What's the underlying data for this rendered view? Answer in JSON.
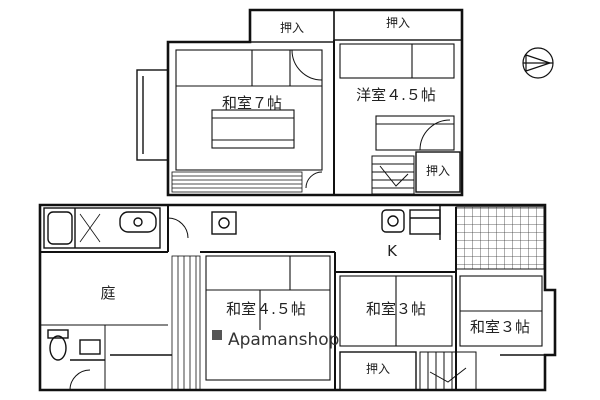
{
  "plan": {
    "upper_floor": {
      "rooms": {
        "washitsu_7": "和室７帖",
        "youshitsu_45": "洋室４.５帖"
      },
      "closets": {
        "top_left": "押入",
        "top_right": "押入",
        "right": "押入"
      }
    },
    "lower_floor": {
      "rooms": {
        "kitchen": "K",
        "garden": "庭",
        "washitsu_45": "和室４.５帖",
        "washitsu_3_center": "和室３帖",
        "washitsu_3_right": "和室３帖"
      },
      "closets": {
        "bottom": "押入"
      }
    },
    "watermark": "Apamanshop"
  }
}
